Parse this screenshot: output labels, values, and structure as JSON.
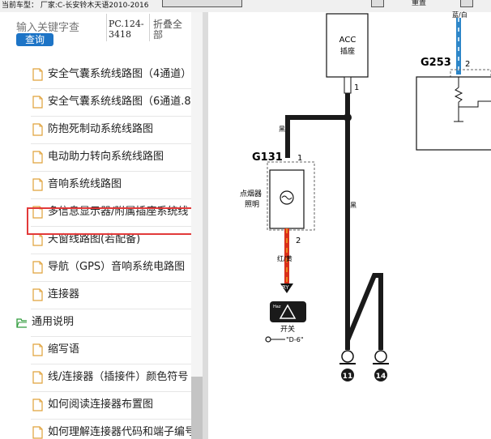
{
  "window": {
    "vehicle_label": "当前车型： 厂家:C-长安铃木天语2010-2016",
    "toolbar_right_label": "重置"
  },
  "sidebar": {
    "search_placeholder": "输入关键字查",
    "search_button": "查询",
    "pc_code": "PC.124-3418",
    "collapse_all": "折叠全部",
    "items": [
      {
        "label": "安全气囊系统线路图（4通道）",
        "type": "file"
      },
      {
        "label": "安全气囊系统线路图（6通道.8",
        "type": "file"
      },
      {
        "label": "防抱死制动系统线路图",
        "type": "file"
      },
      {
        "label": "电动助力转向系统线路图",
        "type": "file"
      },
      {
        "label": "音响系统线路图",
        "type": "file"
      },
      {
        "label": "多信息显示器/附属插座系统线",
        "type": "file",
        "selected": true
      },
      {
        "label": "天窗线路图(若配备)",
        "type": "file"
      },
      {
        "label": "导航（GPS）音响系统电路图",
        "type": "file"
      },
      {
        "label": "连接器",
        "type": "file"
      },
      {
        "label": "通用说明",
        "type": "folder"
      },
      {
        "label": "缩写语",
        "type": "file"
      },
      {
        "label": "线/连接器（插接件）颜色符号",
        "type": "file"
      },
      {
        "label": "如何阅读连接器布置图",
        "type": "file"
      },
      {
        "label": "如何理解连接器代码和端子编号",
        "type": "file"
      }
    ]
  },
  "diagram": {
    "acc_box_title": "ACC",
    "acc_box_subtitle": "插座",
    "acc_pin": "1",
    "g253_label": "G253",
    "g253_pin": "2",
    "g253_wire_color": "蓝/白",
    "g131_label": "G131",
    "g131_pin_top": "1",
    "g131_pin_bottom": "2",
    "lighter_label_line1": "点烟器",
    "lighter_label_line2": "照明",
    "wire_black": "黑",
    "wire_black_right": "黑",
    "wire_red_yellow": "红/黄",
    "ry_tag": "RY",
    "switch_label": "开关",
    "switch_ref": "\"D-6\"",
    "ground_left": "11",
    "ground_right": "14",
    "hazard_small": "Haz",
    "colors": {
      "wire_black": "#1a1a1a",
      "wire_red": "#d9301a",
      "wire_blue": "#2d86c8",
      "highlight": "#e23a3a",
      "accent_button": "#1d74c6"
    }
  }
}
